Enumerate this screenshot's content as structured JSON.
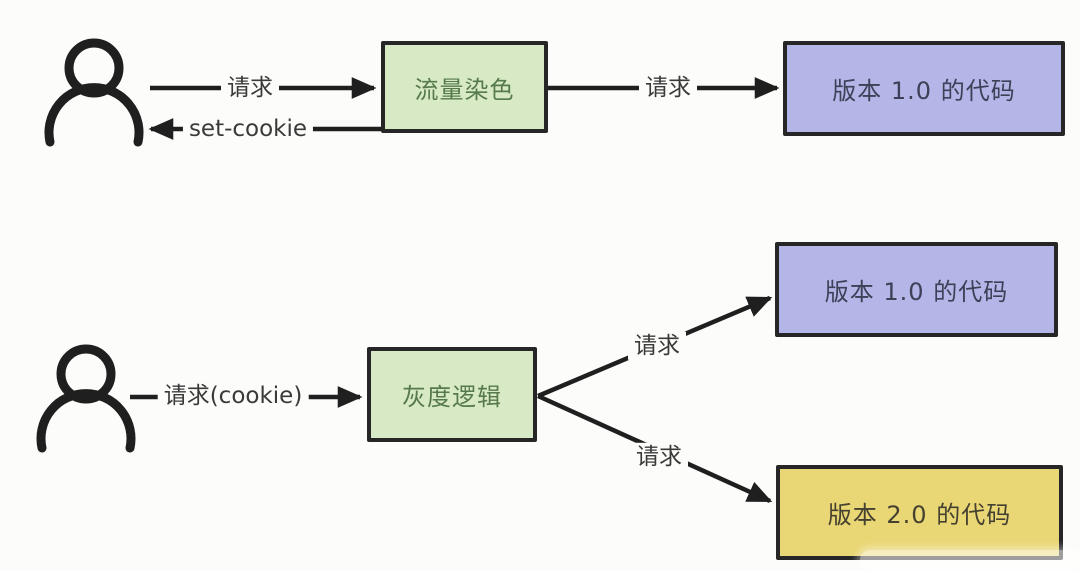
{
  "colors": {
    "background": "#fcfcfa",
    "line": "#1f1f1f",
    "box_border": "#262626",
    "green_fill": "#d7e9c5",
    "green_text": "#567a4b",
    "purple_fill": "#b4b6e8",
    "purple_text": "#3d4056",
    "yellow_fill": "#e9d674",
    "yellow_text": "#454130",
    "label_text": "#3a3a3a"
  },
  "top_flow": {
    "user_icon": "person-icon",
    "arrows": {
      "request_to_traffic": "请求",
      "set_cookie_back": "set-cookie",
      "request_to_v1": "请求"
    },
    "nodes": {
      "traffic_coloring": "流量染色",
      "version_1": "版本 1.0 的代码"
    }
  },
  "bottom_flow": {
    "user_icon": "person-icon",
    "arrows": {
      "request_cookie": "请求(cookie)",
      "request_to_v1": "请求",
      "request_to_v2": "请求"
    },
    "nodes": {
      "gray_logic": "灰度逻辑",
      "version_1": "版本 1.0 的代码",
      "version_2": "版本 2.0 的代码"
    }
  }
}
